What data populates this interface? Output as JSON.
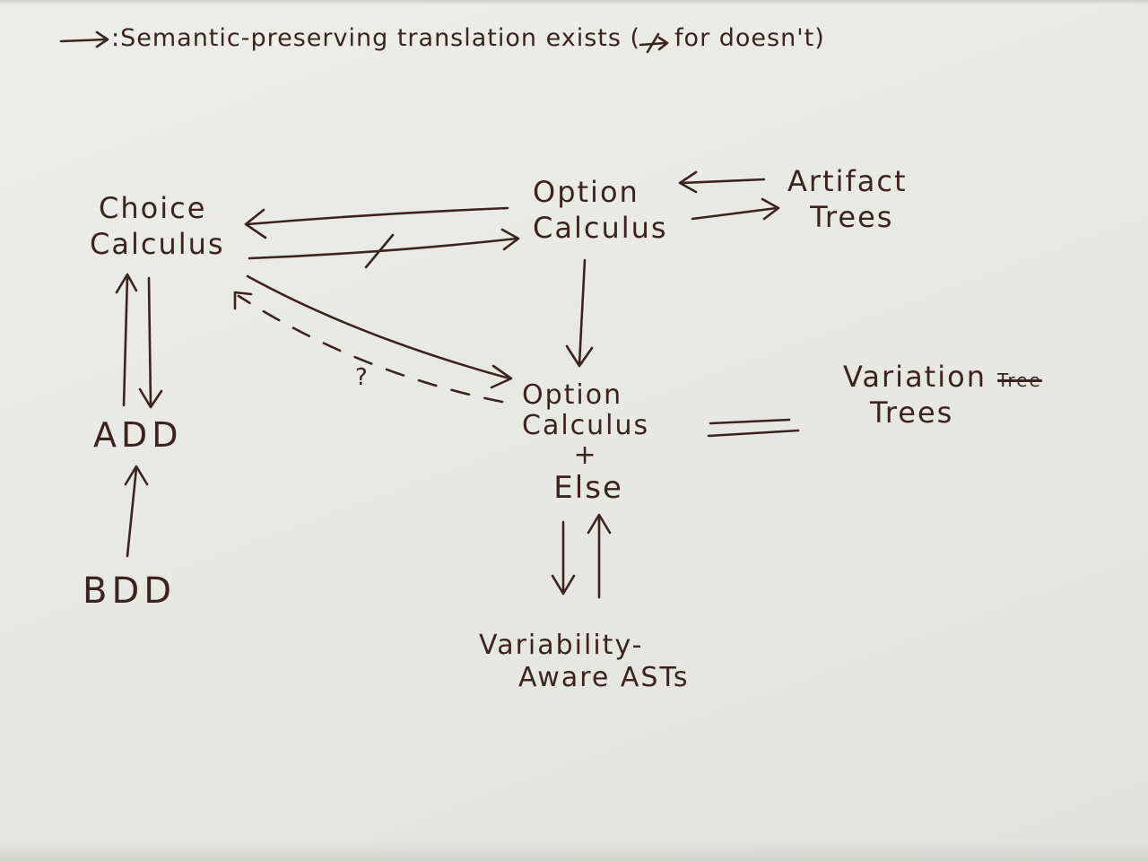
{
  "legend": {
    "text": ":Semantic-preserving translation exists (",
    "negated_note": "for doesn't)"
  },
  "nodes": {
    "choice_calculus": {
      "line1": "Choice",
      "line2": "Calculus"
    },
    "option_calculus": {
      "line1": "Option",
      "line2": "Calculus"
    },
    "artifact_trees": {
      "line1": "Artifact",
      "line2": "Trees"
    },
    "add": {
      "line1": "ADD"
    },
    "bdd": {
      "line1": "BDD"
    },
    "option_calculus_else": {
      "line1": "Option",
      "line2": "Calculus",
      "line3": "+",
      "line4": "Else"
    },
    "variation_trees": {
      "line1": "Variation",
      "struck": "Tree",
      "line2": "Trees"
    },
    "variability_aware_asts": {
      "line1": "Variability-",
      "line2": "Aware",
      "line3": "ASTs"
    }
  },
  "question_mark": "?",
  "colors": {
    "ink": "#3a2420",
    "paper": "#e9e9e4"
  }
}
